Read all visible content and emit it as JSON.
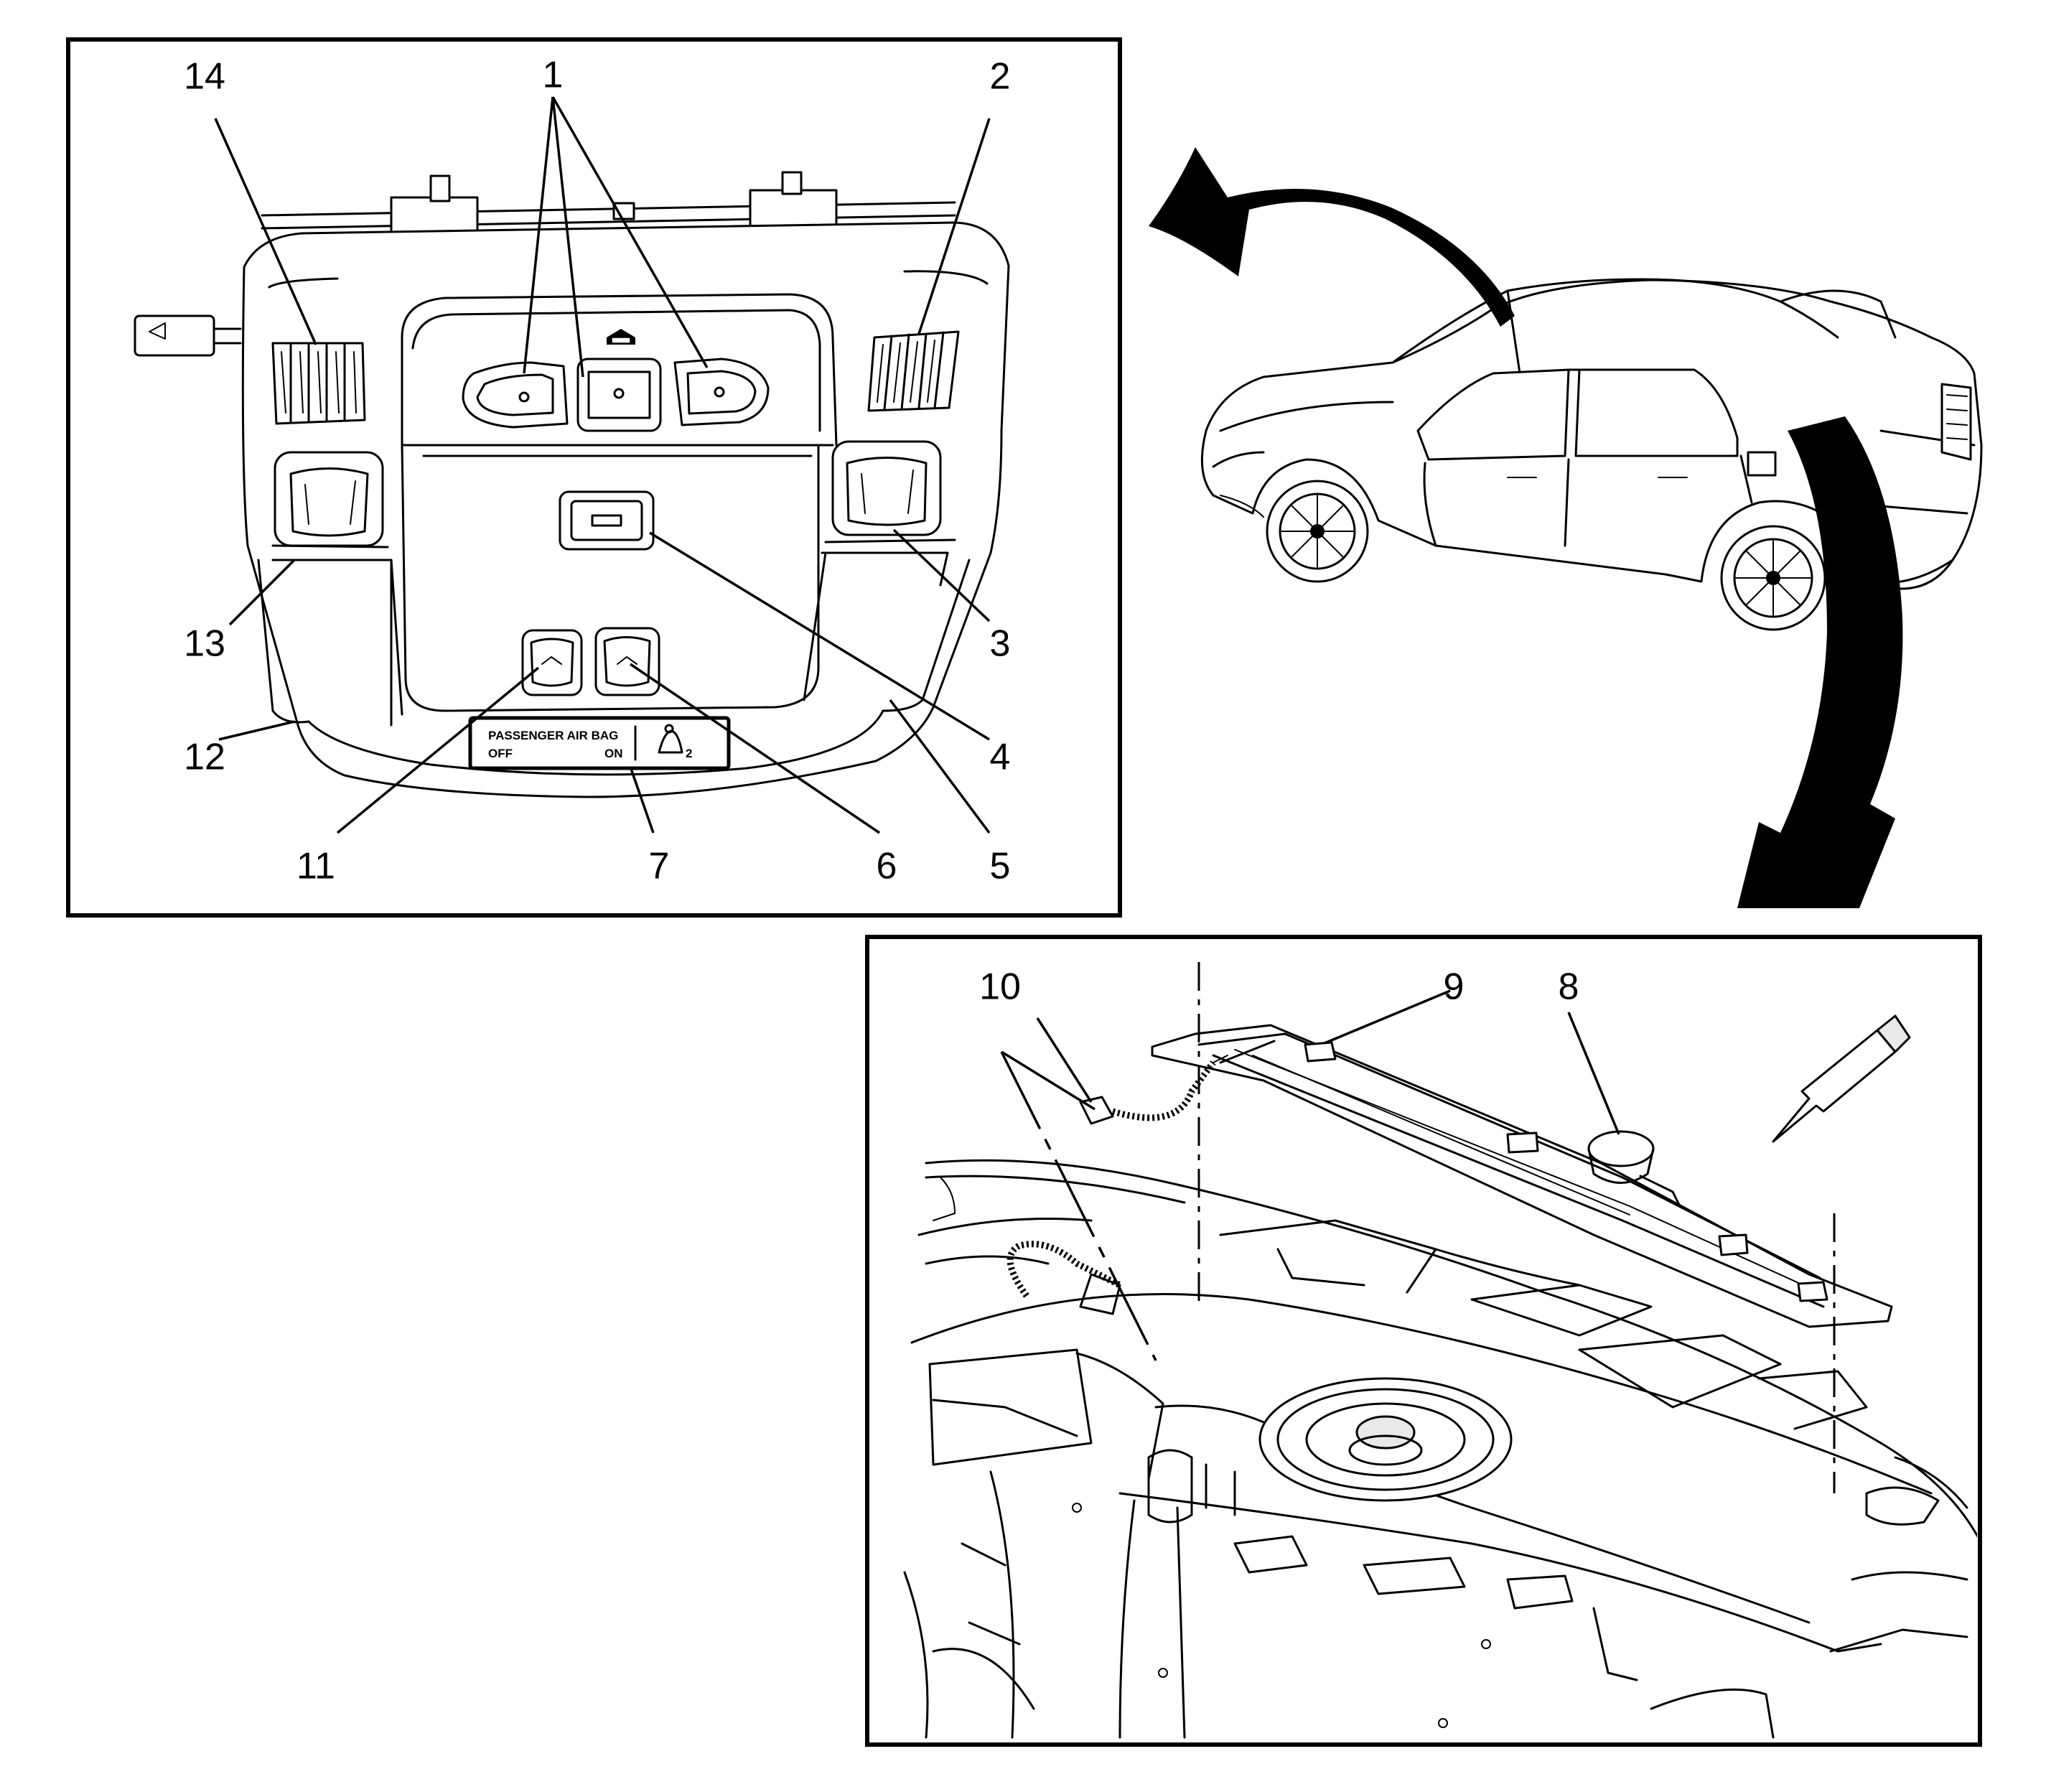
{
  "figure": {
    "overhead_console": {
      "callouts": {
        "c1": "1",
        "c2": "2",
        "c3": "3",
        "c4": "4",
        "c5": "5",
        "c6": "6",
        "c7": "7",
        "c11": "11",
        "c12": "12",
        "c13": "13",
        "c14": "14"
      },
      "airbag_label": {
        "title": "PASSENGER AIR BAG",
        "off": "OFF",
        "on": "ON",
        "seat_index": "2"
      }
    },
    "rear_shelf": {
      "callouts": {
        "c8": "8",
        "c9": "9",
        "c10": "10"
      }
    },
    "colors": {
      "line": "#000000",
      "background": "#ffffff",
      "shade": "#e9e9e9"
    }
  }
}
